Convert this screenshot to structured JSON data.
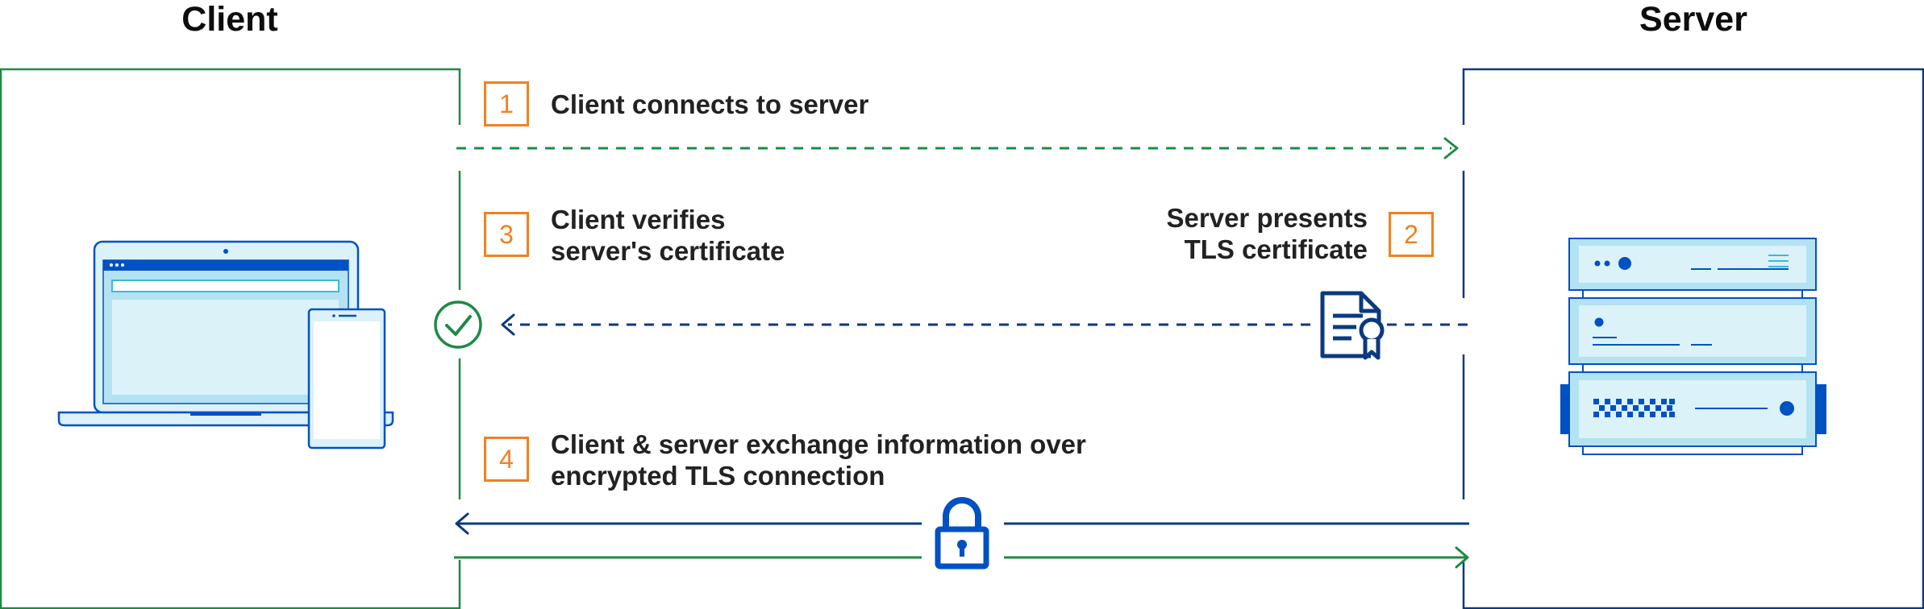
{
  "client": {
    "title": "Client"
  },
  "server": {
    "title": "Server"
  },
  "steps": [
    {
      "number": "1",
      "lines": [
        "Client connects to server"
      ]
    },
    {
      "number": "2",
      "lines": [
        "Server presents",
        "TLS certificate"
      ]
    },
    {
      "number": "3",
      "lines": [
        "Client verifies",
        "server's certificate"
      ]
    },
    {
      "number": "4",
      "lines": [
        "Client & server exchange information over",
        "encrypted TLS connection"
      ]
    }
  ],
  "colors": {
    "green": "#1f8a44",
    "navy": "#0b3a7e",
    "blue": "#0051c3",
    "orange": "#f38020",
    "light_blue": "#dcf2f9",
    "mid_blue": "#b3e2f2"
  },
  "icons": {
    "verified": "check-circle-icon",
    "certificate": "certificate-icon",
    "secure": "padlock-icon",
    "client_devices": "laptop-and-phone-icon",
    "server": "server-rack-icon"
  }
}
